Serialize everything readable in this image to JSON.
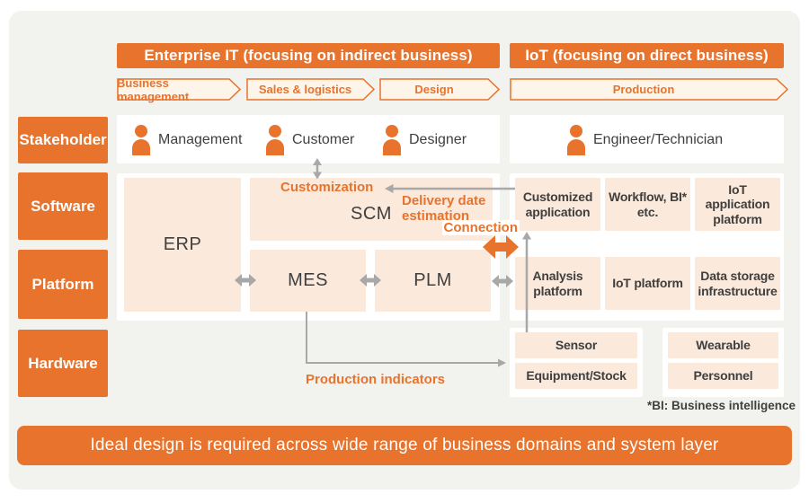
{
  "colors": {
    "orange": "#e8732c",
    "peach_box": "#fbe9db",
    "chevron_fill": "#fdf5ea",
    "background_gray": "#f2f2ef",
    "arrow_gray": "#a8a8a8",
    "text_dark": "#3f3f3f",
    "white": "#ffffff"
  },
  "headers": {
    "enterprise": "Enterprise IT (focusing on indirect business)",
    "iot": "IoT (focusing on direct business)"
  },
  "process_chevrons": [
    {
      "label": "Business management"
    },
    {
      "label": "Sales & logistics"
    },
    {
      "label": "Design"
    },
    {
      "label": "Production"
    }
  ],
  "layers": [
    {
      "label": "Stakeholder"
    },
    {
      "label": "Software"
    },
    {
      "label": "Platform"
    },
    {
      "label": "Hardware"
    }
  ],
  "stakeholders": {
    "enterprise": [
      {
        "label": "Management"
      },
      {
        "label": "Customer"
      },
      {
        "label": "Designer"
      }
    ],
    "iot": [
      {
        "label": "Engineer/Technician"
      }
    ]
  },
  "enterprise_systems": {
    "erp": "ERP",
    "scm": "SCM",
    "mes": "MES",
    "plm": "PLM"
  },
  "iot_boxes": {
    "software": [
      {
        "label": "Customized application"
      },
      {
        "label": "Workflow, BI* etc."
      },
      {
        "label": "IoT application platform"
      }
    ],
    "platform": [
      {
        "label": "Analysis platform"
      },
      {
        "label": "IoT platform"
      },
      {
        "label": "Data storage infrastructure"
      }
    ],
    "hardware_group1": [
      {
        "label": "Sensor"
      },
      {
        "label": "Equipment/Stock"
      }
    ],
    "hardware_group2": [
      {
        "label": "Wearable"
      },
      {
        "label": "Personnel"
      }
    ]
  },
  "annotations": {
    "customization": "Customization",
    "delivery_date": "Delivery date estimation",
    "connection": "Connection",
    "production_indicators": "Production indicators"
  },
  "footnote": "*BI: Business intelligence",
  "banner": "Ideal design is required across wide range of business domains and system layer"
}
